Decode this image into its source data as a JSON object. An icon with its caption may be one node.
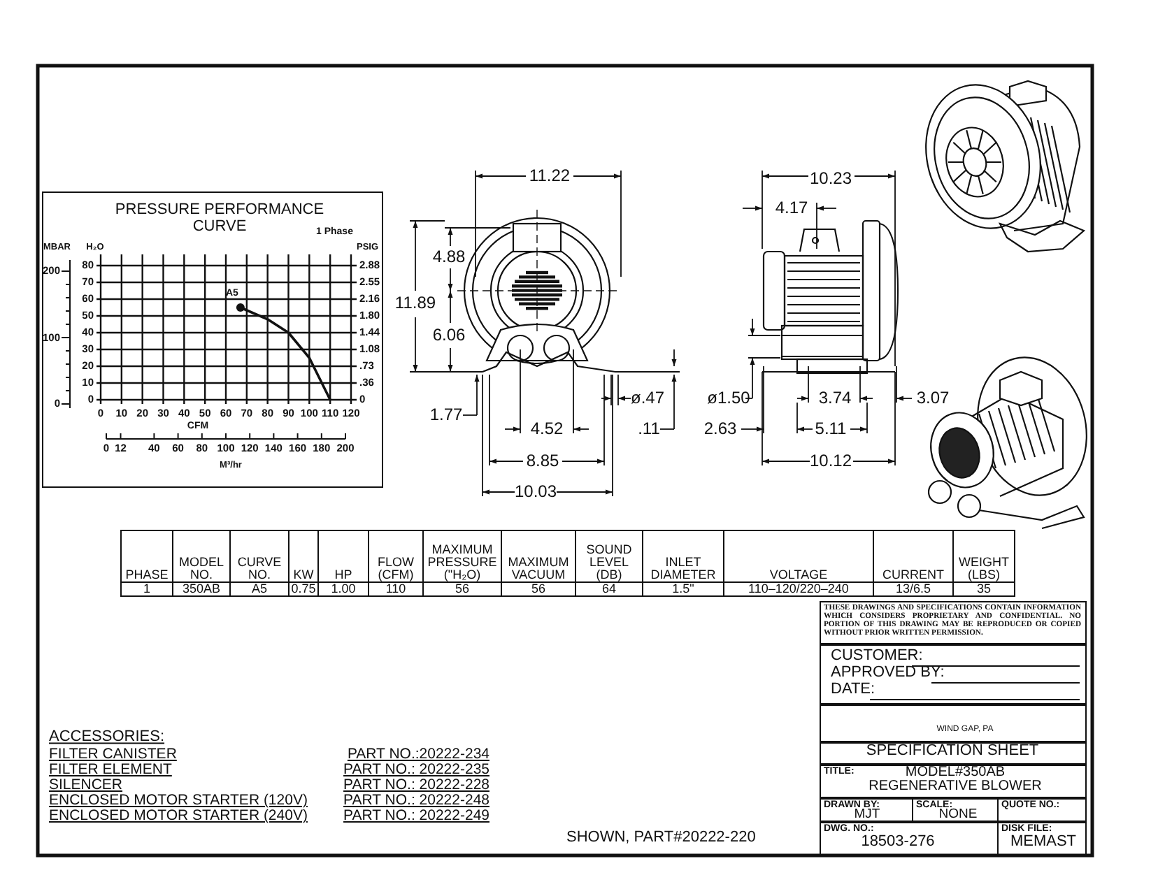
{
  "diagram": {
    "labels": [
      "1 Phase",
      "MBAR",
      "200",
      "100",
      "0",
      "PSIG",
      "2.88",
      "2.55",
      "2.16",
      "1.80",
      "1.44",
      "1.08",
      ".73",
      ".36",
      "0",
      "0",
      "12",
      "40",
      "60",
      "80",
      "100",
      "120",
      "140",
      "160",
      "180",
      "200",
      "M³/hr",
      "11.22",
      "4.88",
      "11.89",
      "6.06",
      "1.77",
      "4.52",
      "ø.47",
      ".11",
      "8.85",
      "10.03",
      "10.23",
      "4.17",
      "ø1.50",
      "3.74",
      "3.07",
      "2.63",
      "5.11",
      "10.12",
      "PHASE",
      "MODEL NO.",
      "CURVE NO.",
      "KW",
      "HP",
      "FLOW (CFM)",
      "MAXIMUM PRESSURE (\"H₂O)",
      "MAXIMUM VACUUM",
      "SOUND LEVEL (DB)",
      "INLET DIAMETER",
      "VOLTAGE",
      "CURRENT",
      "WEIGHT (LBS)",
      "1",
      "350AB",
      "A5",
      "0.75",
      "1.00",
      "110",
      "56",
      "56",
      "64",
      "1.5\"",
      "110–120/220–240",
      "13/6.5",
      "35",
      "THESE DRAWINGS AND SPECIFICATIONS CONTAIN INFORMATION WHICH CONSIDERS PROPRIETARY AND CONFIDENTIAL. NO PORTION OF THIS DRAWING MAY BE REPRODUCED OR COPIED WITHOUT PRIOR WRITTEN PERMISSION.",
      "CUSTOMER:",
      "APPROVED BY:",
      "DATE:",
      "WIND GAP, PA",
      "SPECIFICATION SHEET",
      "TITLE:",
      "MODEL#350AB REGENERATIVE BLOWER",
      "DRAWN BY:",
      "MJT",
      "SCALE:",
      "NONE",
      "QUOTE NO.:",
      "DWG. NO.:",
      "18503-276",
      "DISK FILE:",
      "MEMAST",
      "ACCESSORIES:",
      "FILTER CANISTER",
      "PART NO.:20222-234",
      "FILTER ELEMENT",
      "PART NO.: 20222-235",
      "SILENCER",
      "PART NO.: 20222-228",
      "ENCLOSED MOTOR STARTER (120V)",
      "PART NO.: 20222-248",
      "ENCLOSED MOTOR STARTER (240V)",
      "PART NO.: 20222-249",
      "SHOWN, PART#20222-220"
    ],
    "chart_data": {
      "type": "line",
      "title": "PRESSURE PERFORMANCE CURVE",
      "xlabel": "CFM",
      "ylabel": "H₂O",
      "x": [
        67,
        80,
        90,
        100,
        110
      ],
      "series": [
        {
          "values": [
            55,
            48,
            40,
            25,
            0
          ]
        }
      ],
      "xlim": [
        0,
        120
      ],
      "ylim": [
        0,
        80
      ],
      "xticks": [
        0,
        10,
        20,
        30,
        40,
        50,
        60,
        70,
        80,
        90,
        100,
        110,
        120
      ],
      "yticks": [
        0,
        10,
        20,
        30,
        40,
        50,
        60,
        70,
        80
      ],
      "grid": true,
      "annotations": [
        {
          "text": "A5",
          "x": 67,
          "y": 55
        }
      ]
    }
  }
}
